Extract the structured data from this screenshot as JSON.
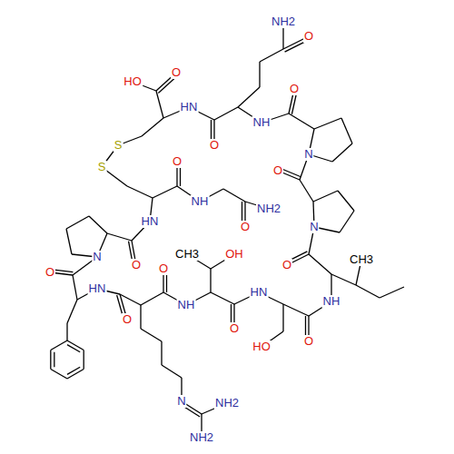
{
  "diagram": {
    "labels": [
      "O",
      "NH2",
      "O",
      "HO",
      "HN",
      "O",
      "NH",
      "O",
      "S",
      "S",
      "N",
      "O",
      "O",
      "NH",
      "O",
      "NH2",
      "HN",
      "O",
      "N",
      "N",
      "O",
      "OH",
      "CH3",
      "CH3",
      "HN",
      "O",
      "O",
      "NH",
      "HN",
      "NH",
      "O",
      "O",
      "O",
      "HO",
      "N",
      "NH2",
      "NH2"
    ]
  }
}
